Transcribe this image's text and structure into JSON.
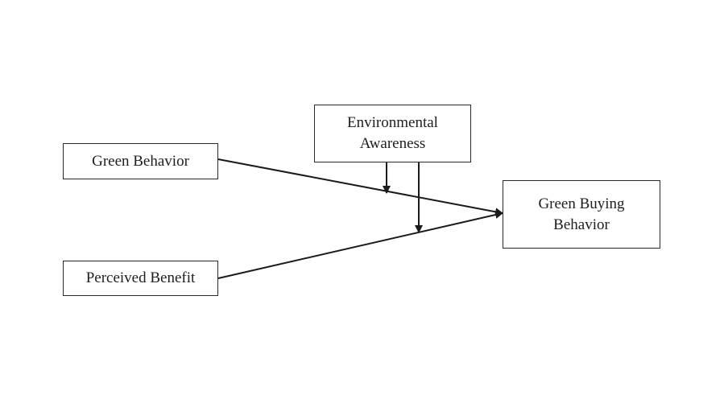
{
  "diagram": {
    "nodes": [
      {
        "id": "green-behavior",
        "label": "Green Behavior"
      },
      {
        "id": "perceived-benefit",
        "label": "Perceived Benefit"
      },
      {
        "id": "environmental-awareness",
        "label": "Environmental Awareness"
      },
      {
        "id": "green-buying-behavior",
        "label": "Green Buying Behavior"
      }
    ],
    "edges": [
      {
        "from": "green-behavior",
        "to": "green-buying-behavior",
        "type": "direct-effect"
      },
      {
        "from": "perceived-benefit",
        "to": "green-buying-behavior",
        "type": "direct-effect"
      },
      {
        "from": "environmental-awareness",
        "to": "green-behavior->green-buying-behavior",
        "type": "moderation"
      },
      {
        "from": "environmental-awareness",
        "to": "perceived-benefit->green-buying-behavior",
        "type": "moderation"
      }
    ],
    "colors": {
      "line": "#1a1a1a",
      "box_border": "#2a2a2a",
      "text": "#1e1e1e",
      "background": "#ffffff"
    }
  }
}
